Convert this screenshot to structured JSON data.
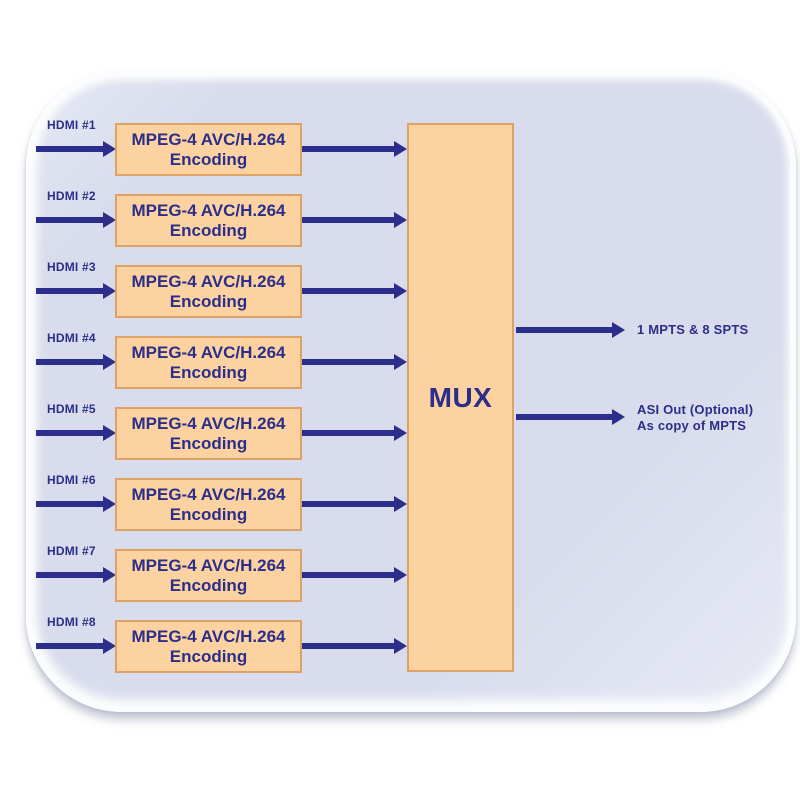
{
  "colors": {
    "navy": "#2b2e8a",
    "box-fill": "#fcd3a0",
    "box-border": "#dda266",
    "plate-fill": "#d8dcec",
    "page-bg": "#ffffff"
  },
  "diagram": {
    "inputs": [
      {
        "label": "HDMI #1"
      },
      {
        "label": "HDMI #2"
      },
      {
        "label": "HDMI #3"
      },
      {
        "label": "HDMI #4"
      },
      {
        "label": "HDMI #5"
      },
      {
        "label": "HDMI #6"
      },
      {
        "label": "HDMI #7"
      },
      {
        "label": "HDMI #8"
      }
    ],
    "encoder": {
      "line1": "MPEG-4 AVC/H.264",
      "line2": "Encoding"
    },
    "mux": {
      "label": "MUX"
    },
    "outputs": {
      "mpts": {
        "label": "1 MPTS & 8 SPTS"
      },
      "asi": {
        "line1": "ASI Out (Optional)",
        "line2": "As copy of MPTS"
      }
    }
  }
}
